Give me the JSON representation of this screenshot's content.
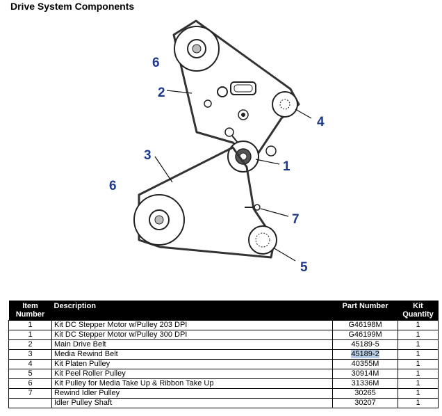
{
  "page": {
    "title": "Drive System Components"
  },
  "diagram": {
    "callouts": [
      "1",
      "2",
      "3",
      "4",
      "5",
      "6",
      "6",
      "7"
    ]
  },
  "table": {
    "headers": {
      "item": "Item Number",
      "description": "Description",
      "part": "Part Number",
      "qty": "Kit Quantity"
    },
    "rows": [
      {
        "item": "1",
        "description": "Kit DC Stepper Motor w/Pulley 203 DPI",
        "part": "G46198M",
        "qty": "1"
      },
      {
        "item": "1",
        "description": "Kit DC Stepper Motor w/Pulley 300 DPI",
        "part": "G46199M",
        "qty": "1"
      },
      {
        "item": "2",
        "description": "Main Drive Belt",
        "part": "45189-5",
        "qty": "1"
      },
      {
        "item": "3",
        "description": "Media Rewind Belt",
        "part": "45189-2",
        "qty": "1"
      },
      {
        "item": "4",
        "description": "Kit Platen Pulley",
        "part": "40355M",
        "qty": "1"
      },
      {
        "item": "5",
        "description": "Kit Peel Roller Pulley",
        "part": "30914M",
        "qty": "1"
      },
      {
        "item": "6",
        "description": "Kit Pulley for Media Take Up & Ribbon Take Up",
        "part": "31336M",
        "qty": "1"
      },
      {
        "item": "7",
        "description": "Rewind Idler Pulley",
        "part": "30265",
        "qty": "1"
      },
      {
        "item": "",
        "description": "Idler Pulley Shaft",
        "part": "30207",
        "qty": "1"
      }
    ]
  }
}
